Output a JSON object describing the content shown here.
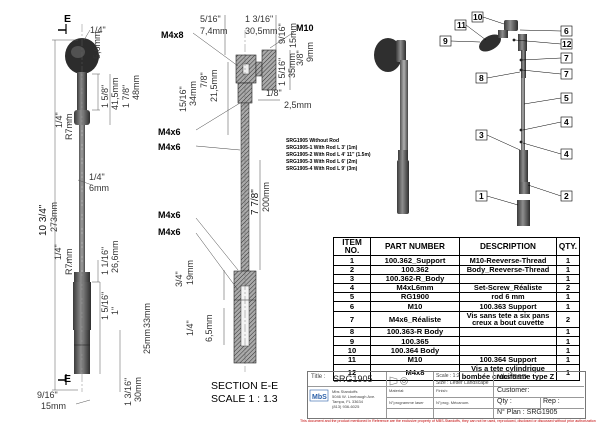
{
  "view_labels": {
    "section_marker_top": "E",
    "section_marker_bottom": "E"
  },
  "left_view_dims": {
    "top_diam_in": "1/4\"",
    "top_diam_mm": "5,6mm",
    "len_a_in": "1 5/8\"",
    "len_a_mm": "41,5mm",
    "len_b_in": "1 7/8\"",
    "len_b_mm": "48mm",
    "radius_top_in": "1/4\"",
    "radius_top_mm": "R7mm",
    "rod_in": "1/4\"",
    "rod_mm": "6mm",
    "overall_in": "10 3/4\"",
    "overall_mm": "273mm",
    "radius_bot_in": "1/4\"",
    "radius_bot_mm": "R7mm",
    "len_c_in": "1 1/16\"",
    "len_c_mm": "26,6mm",
    "len_d_in": "1 5/16\"",
    "len_d_mm": "33mm",
    "len_e_in": "1\"",
    "len_e_mm": "25mm",
    "len_f_in": "1 3/16\"",
    "len_f_mm": "30mm",
    "base_diam_in": "9/16\"",
    "base_diam_mm": "15mm"
  },
  "section_view_dims": {
    "m4x8": "M4x8",
    "m10": "M10",
    "d516_in": "5/16\"",
    "d516_mm": "7,4mm",
    "d1316_in": "1 3/16\"",
    "d1316_mm": "30,5mm",
    "d916_in": "9/16\"",
    "d916_mm": "15mm",
    "d38_in": "3/8\"",
    "d38_mm": "9mm",
    "d1_516_in": "1 5/16\"",
    "d1_516_mm": "35mm",
    "d18_in": "1/8\"",
    "d18_mm": "2,5mm",
    "d1516_in": "15/16\"",
    "d1516_mm": "34mm",
    "d78_in": "7/8\"",
    "d78_mm": "21,5mm",
    "m4x6_a": "M4x6",
    "m4x6_b": "M4x6",
    "m4x6_c": "M4x6",
    "m4x6_d": "M4x6",
    "d778_in": "7 7/8\"",
    "d778_mm": "200mm",
    "d34_in": "3/4\"",
    "d34_mm": "19mm",
    "d14_in": "1/4\"",
    "d14_mm": "6,5mm"
  },
  "model_notes": [
    "SRG1905 Without Rod",
    "SRG1905-1 With Rod L 3' (1m)",
    "SRG1905-2 With Rod L 4' 11\" (1.5m)",
    "SRG1905-3 With Rod L 6' (2m)",
    "SRG1905-4 With Rod L 9' (3m)"
  ],
  "section_caption": {
    "line1": "SECTION E-E",
    "line2": "SCALE 1 : 1.3"
  },
  "balloons": [
    "10",
    "11",
    "9",
    "6",
    "12",
    "7",
    "7",
    "8",
    "5",
    "4",
    "3",
    "4",
    "1",
    "2"
  ],
  "bom": {
    "headers": [
      "ITEM NO.",
      "PART NUMBER",
      "DESCRIPTION",
      "QTY."
    ],
    "rows": [
      [
        "1",
        "100.362_Support",
        "M10-Reeverse-Thread",
        "1"
      ],
      [
        "2",
        "100.362",
        "Body_Reeverse-Thread",
        "1"
      ],
      [
        "3",
        "100.362-R_Body",
        "",
        "1"
      ],
      [
        "4",
        "M4xL6mm",
        "Set-Screw_Réaliste",
        "2"
      ],
      [
        "5",
        "RG1900",
        "rod 6 mm",
        "1"
      ],
      [
        "6",
        "M10",
        "100.363 Support",
        "1"
      ],
      [
        "7",
        "M4x6_Réaliste",
        "Vis sans tete a six pans creux a bout cuvette",
        "2"
      ],
      [
        "8",
        "100.363-R Body",
        "",
        "1"
      ],
      [
        "9",
        "100.365",
        "",
        "1"
      ],
      [
        "10",
        "100.364 Body",
        "",
        "1"
      ],
      [
        "11",
        "M10",
        "100.364 Support",
        "1"
      ],
      [
        "12",
        "M4x8",
        "Vis a tete cylindrique bombée cruciforme type Z",
        "1"
      ]
    ]
  },
  "title_block": {
    "title_label": "Title :",
    "title_value": "SRG1905",
    "scale_label": "Scale : 1:2",
    "size_label": "Size : Letter Landscape",
    "mbs_rd": "Mbs R&D",
    "customer_label": "Customer:",
    "company_name": "Mbs Standoffs",
    "company_addr1": "5046 W. Linebaugh Ave.",
    "company_addr2": "Tampa, FL 33634",
    "company_phone": "(813) 936-6025",
    "material_label": "Material:",
    "finish_label": "Finish:",
    "prog_laser": "N°programme laser",
    "prog_mec": "N°prog. Mécanum.",
    "qty_label": "Qty :",
    "rep_label": "Rep :",
    "plan_label": "N° Plan : SRG1905",
    "logo_text": "MbS"
  },
  "footer_text": "This document and the product mentioned in Reference are the exclusive property of MBS-Standoffs, they can not be used, reproduced, disclosed or discussed without prior authorization"
}
